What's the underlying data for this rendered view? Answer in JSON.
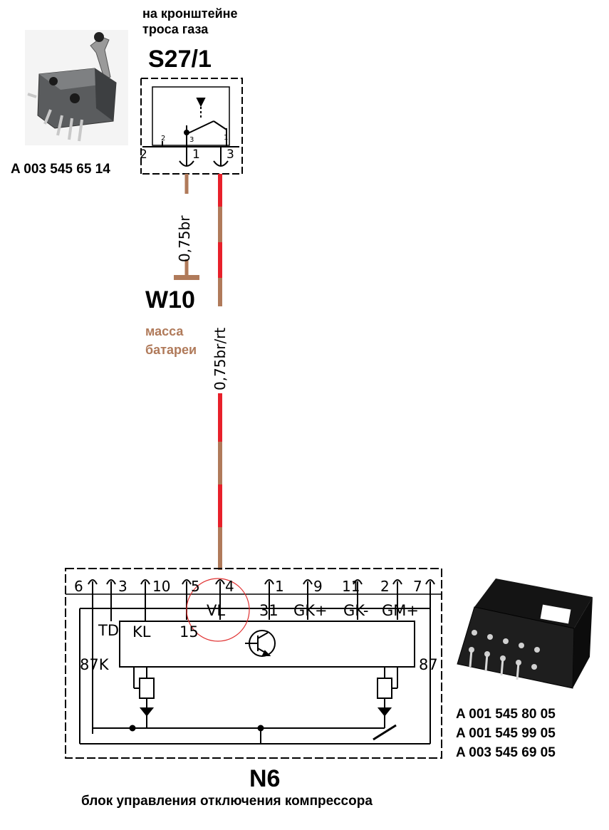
{
  "switch": {
    "location_line1": "на кронштейне",
    "location_line2": "троса газа",
    "code": "S27/1",
    "part_number": "A 003 545 65 14",
    "pin_labels": [
      "2",
      "1",
      "3"
    ],
    "inner_pin_labels": [
      "2",
      "3",
      "1"
    ]
  },
  "ground": {
    "code": "W10",
    "label_line1": "масса",
    "label_line2": "батареи",
    "wire_label": "0,75br"
  },
  "signal_wire": {
    "wire_label": "0,75br/rt"
  },
  "module": {
    "code": "N6",
    "description": "блок управления отключения компрессора",
    "part_numbers": [
      "A 001 545 80 05",
      "A 001 545 99 05",
      "A 003 545 69 05"
    ],
    "pin_numbers": [
      "6",
      "3",
      "10",
      "5",
      "4",
      "1",
      "9",
      "11",
      "2",
      "7"
    ],
    "signal_labels": [
      "VL",
      "31",
      "GK+",
      "GK-",
      "GM+"
    ],
    "internal_labels": [
      "TD",
      "KL",
      "15",
      "87K",
      "87"
    ]
  },
  "colors": {
    "wire_brown": "#b07a5a",
    "wire_red": "#e8202a",
    "highlight_circle": "#e03030"
  },
  "icons": {
    "switch_photo": "microswitch-photo-icon",
    "module_photo": "relay-module-photo-icon"
  }
}
